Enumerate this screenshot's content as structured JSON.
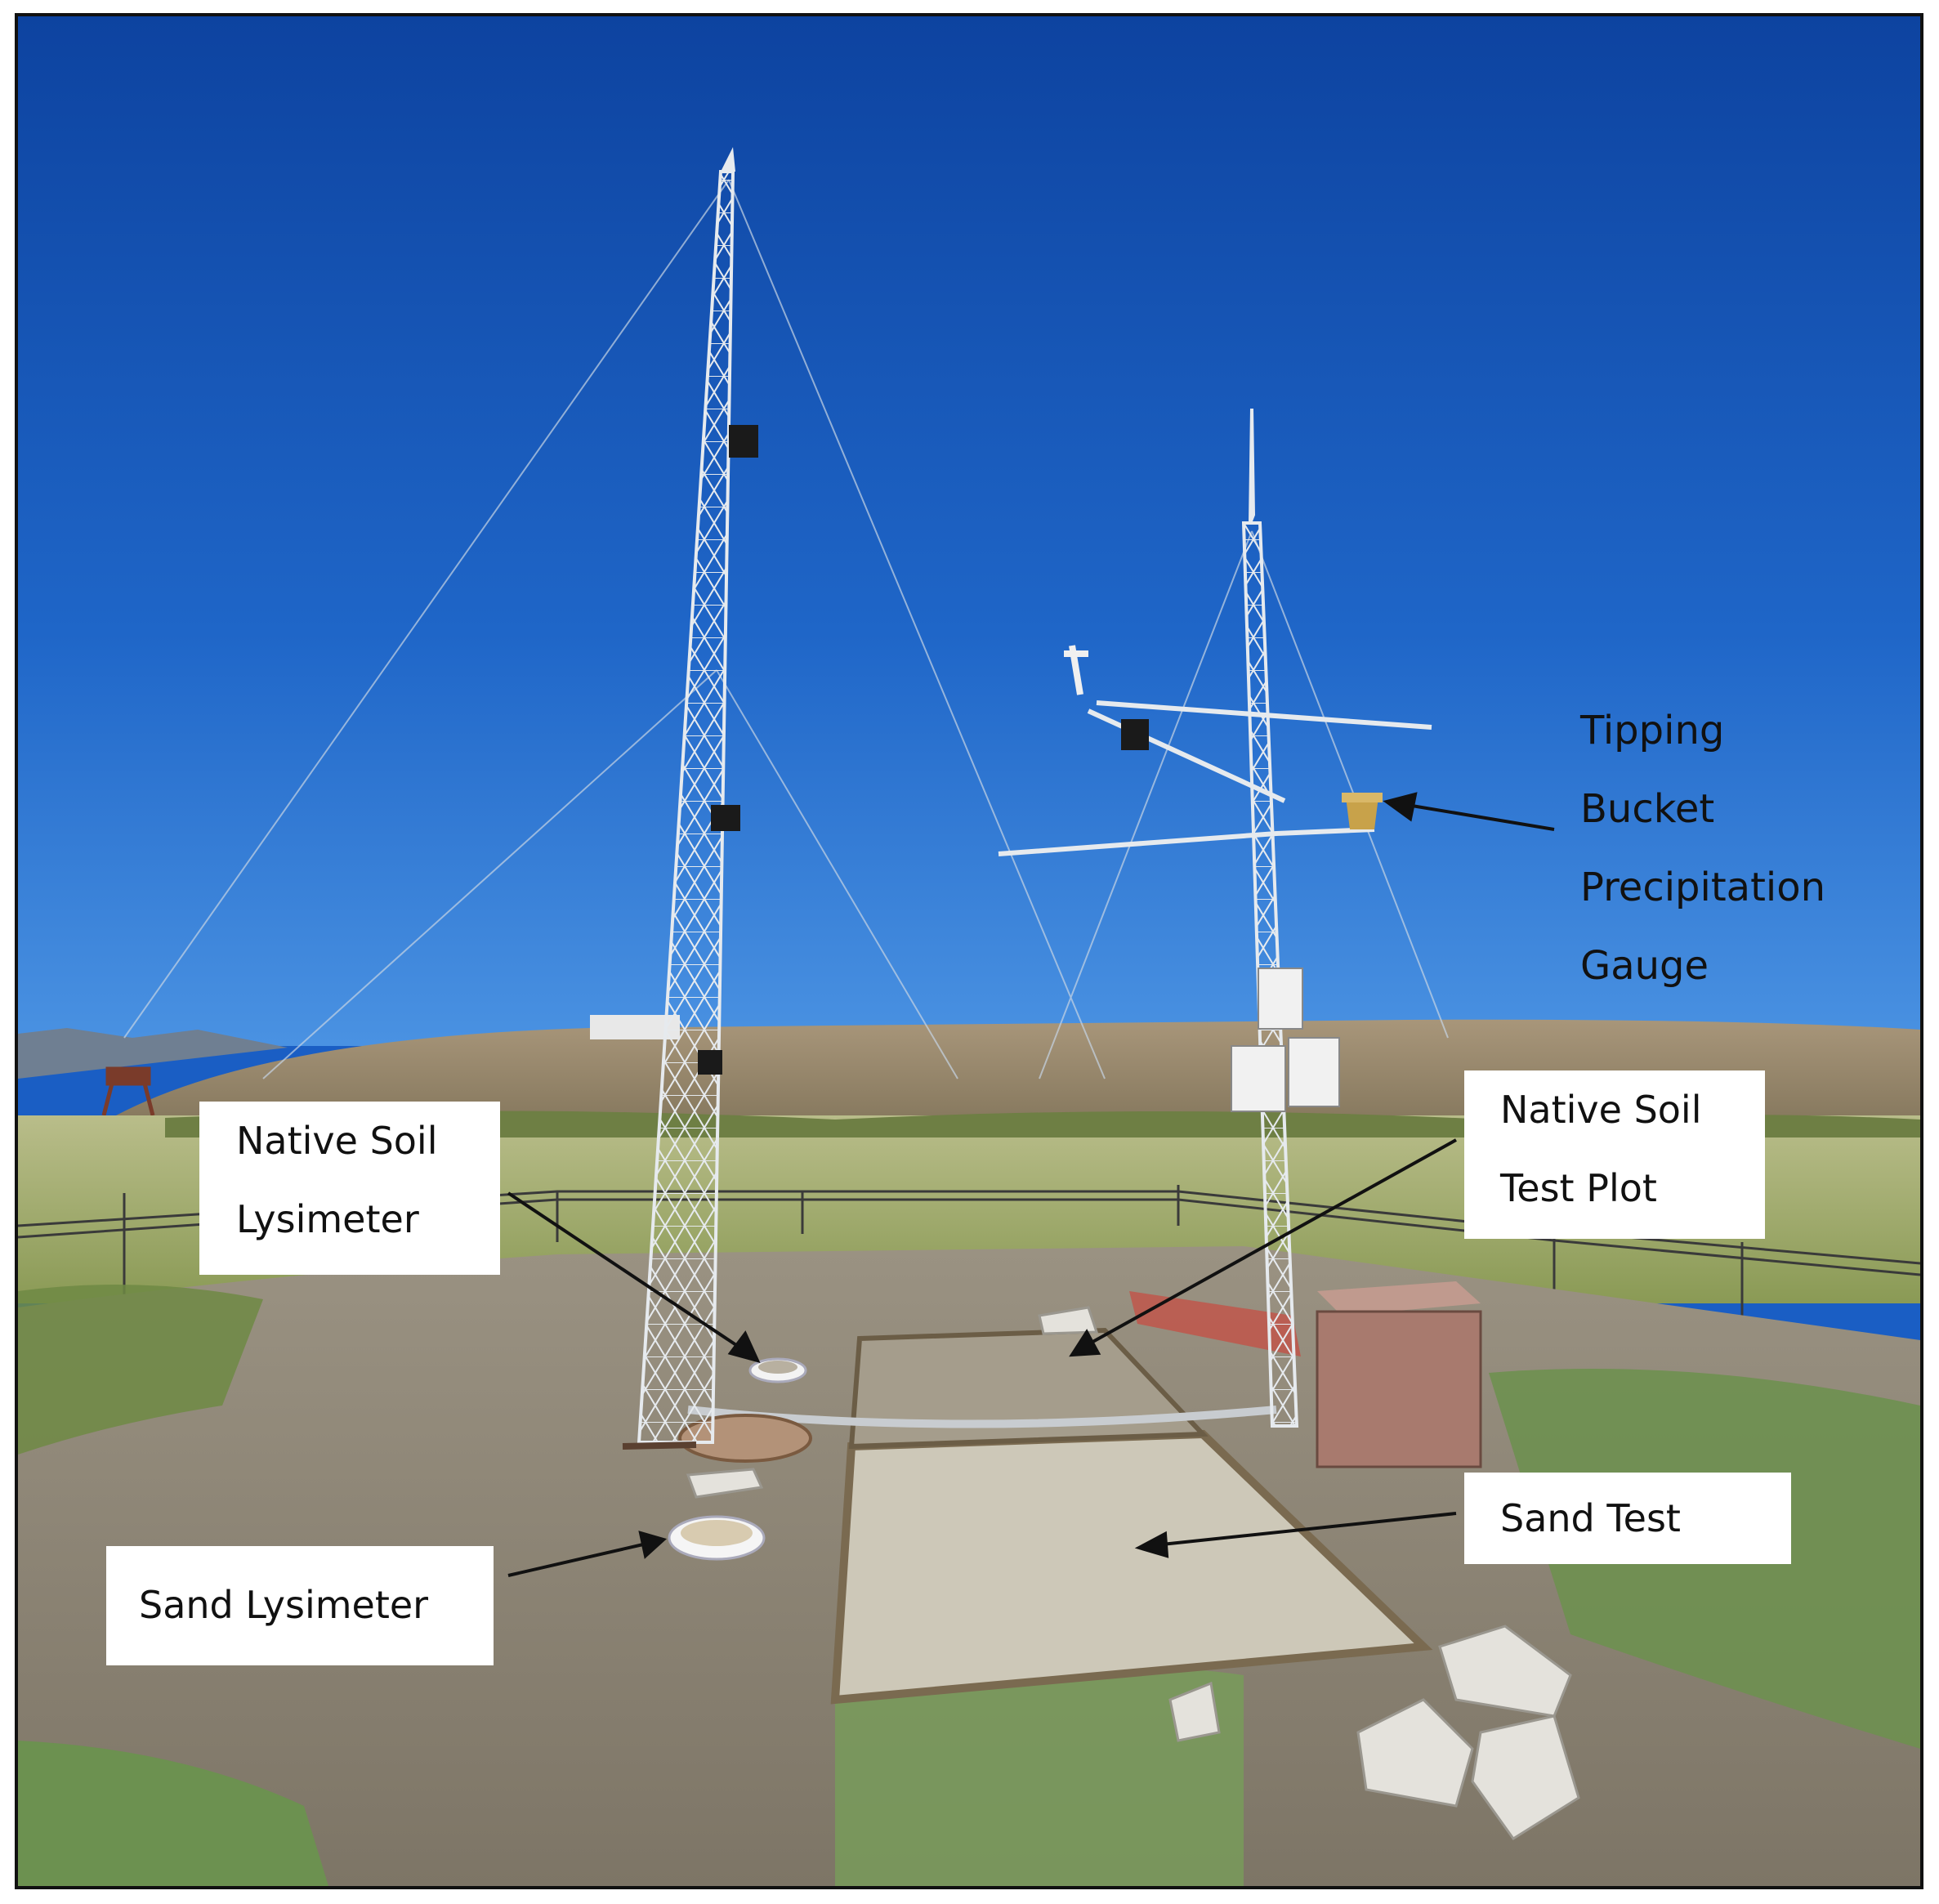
{
  "figure": {
    "labels": {
      "tipping_bucket": [
        "Tipping",
        "Bucket",
        "Precipitation",
        "Gauge"
      ],
      "native_soil_lysimeter": [
        "Native",
        "Soil",
        "Lysimeter"
      ],
      "native_soil_test_plot": [
        "Native",
        "Soil",
        "Test Plot"
      ],
      "sand_test": [
        "Sand",
        "Test"
      ],
      "sand_lysimeter": "Sand Lysimeter"
    }
  },
  "colors": {
    "sky_top": "#0f4aa8",
    "sky_bottom": "#3a8ae0",
    "hill": "#9b8a6c",
    "grass": "#8c9a5a",
    "ground": "#8e8678",
    "sand": "#c9c4b4",
    "tower": "#d8dde3"
  }
}
